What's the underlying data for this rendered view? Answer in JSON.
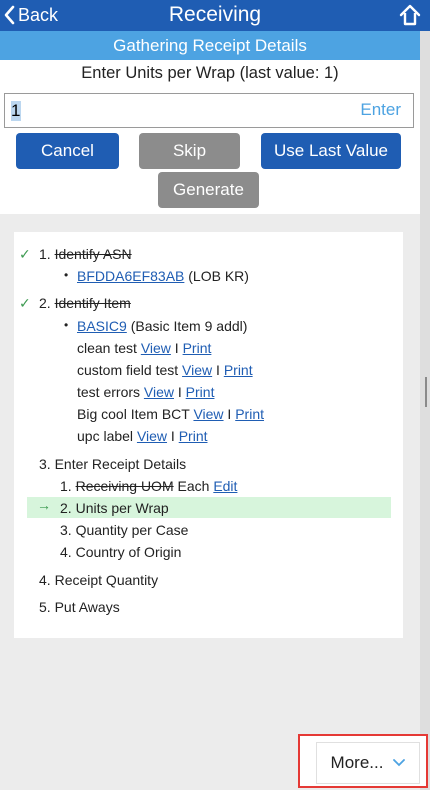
{
  "header": {
    "back_label": "Back",
    "title": "Receiving",
    "home_icon": "home-arrow-icon"
  },
  "subheader": "Gathering Receipt Details",
  "prompt": "Enter Units per Wrap (last value: 1)",
  "entry": {
    "value": "1",
    "enter_label": "Enter"
  },
  "buttons": {
    "cancel": "Cancel",
    "skip": "Skip",
    "use_last": "Use Last Value",
    "generate": "Generate"
  },
  "steps": {
    "s1": {
      "num": "1.",
      "label": "Identify ASN",
      "asn_link": "BFDDA6EF83AB",
      "asn_extra": " (LOB KR)"
    },
    "s2": {
      "num": "2.",
      "label": "Identify Item",
      "item_link": "BASIC9",
      "item_extra": " (Basic Item 9 addl)",
      "docs": [
        {
          "name": "clean test",
          "view": "View",
          "sep": " I ",
          "print": "Print"
        },
        {
          "name": "custom field test",
          "view": "View",
          "sep": " I ",
          "print": "Print"
        },
        {
          "name": "test errors",
          "view": "View",
          "sep": " I ",
          "print": "Print"
        },
        {
          "name": "Big cool Item BCT",
          "view": "View",
          "sep": " I ",
          "print": "Print"
        },
        {
          "name": "upc label",
          "view": "View",
          "sep": " I ",
          "print": "Print"
        }
      ]
    },
    "s3": {
      "num": "3.",
      "label": "Enter Receipt Details",
      "sub": [
        {
          "num": "1.",
          "label": "Receiving UOM",
          "value": " Each ",
          "edit": "Edit"
        },
        {
          "num": "2.",
          "label": "Units per Wrap"
        },
        {
          "num": "3.",
          "label": "Quantity per Case"
        },
        {
          "num": "4.",
          "label": "Country of Origin"
        }
      ]
    },
    "s4": {
      "num": "4.",
      "label": "Receipt Quantity"
    },
    "s5": {
      "num": "5.",
      "label": "Put Aways"
    }
  },
  "check_mark": "✓",
  "arrow_mark": "→",
  "bullet_mark": "•",
  "more": {
    "label": "More..."
  },
  "colors": {
    "primary": "#1f5db3",
    "sub": "#4da3e2",
    "gray_btn": "#8c8c8c",
    "done": "#3c9a50",
    "active_row": "#d7f5dc",
    "highlight": "#e53935"
  }
}
